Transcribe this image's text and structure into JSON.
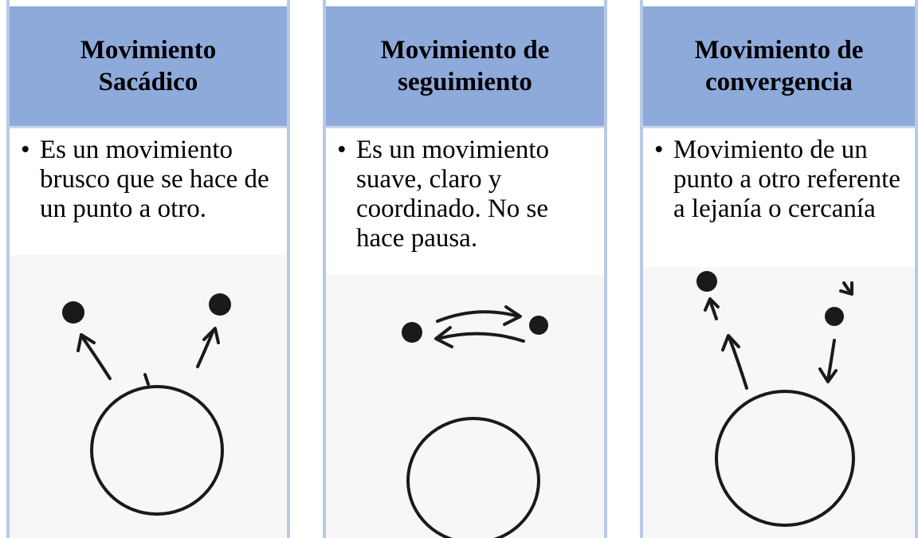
{
  "columns": [
    {
      "title": "Movimiento Sacádico",
      "bullet_marker": "•",
      "bullet": "Es un movimiento brusco que se hace de un punto a otro.",
      "illustration": "eye-saccadic-sketch"
    },
    {
      "title": "Movimiento de seguimiento",
      "bullet_marker": "•",
      "bullet": "Es un movimiento suave, claro y coordinado. No se hace pausa.",
      "illustration": "eye-pursuit-sketch"
    },
    {
      "title": "Movimiento de convergencia",
      "bullet_marker": "•",
      "bullet": "Movimiento de un punto a otro referente a lejanía o cercanía",
      "illustration": "eye-convergence-sketch"
    }
  ],
  "colors": {
    "header_fill": "#8eaadb",
    "column_border": "#b9c9e6",
    "ink": "#1a1a1a"
  }
}
